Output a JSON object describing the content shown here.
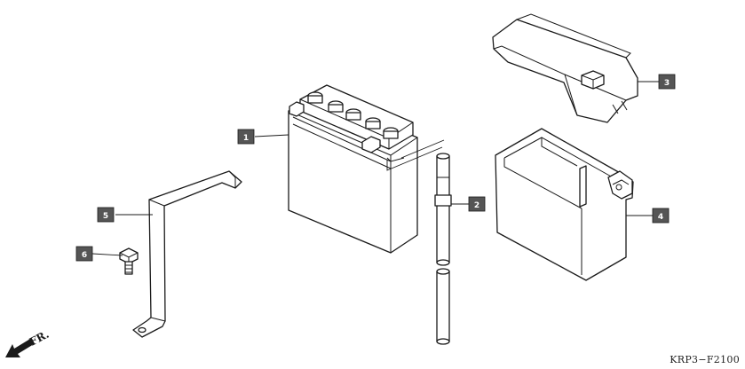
{
  "callouts": [
    {
      "id": "1",
      "label": "1"
    },
    {
      "id": "2",
      "label": "2"
    },
    {
      "id": "3",
      "label": "3"
    },
    {
      "id": "4",
      "label": "4"
    },
    {
      "id": "5",
      "label": "5"
    },
    {
      "id": "6",
      "label": "6"
    }
  ],
  "front_indicator": "FR.",
  "drawing_code": "KRP3−F2100",
  "icons": [
    "front-arrow-icon"
  ]
}
